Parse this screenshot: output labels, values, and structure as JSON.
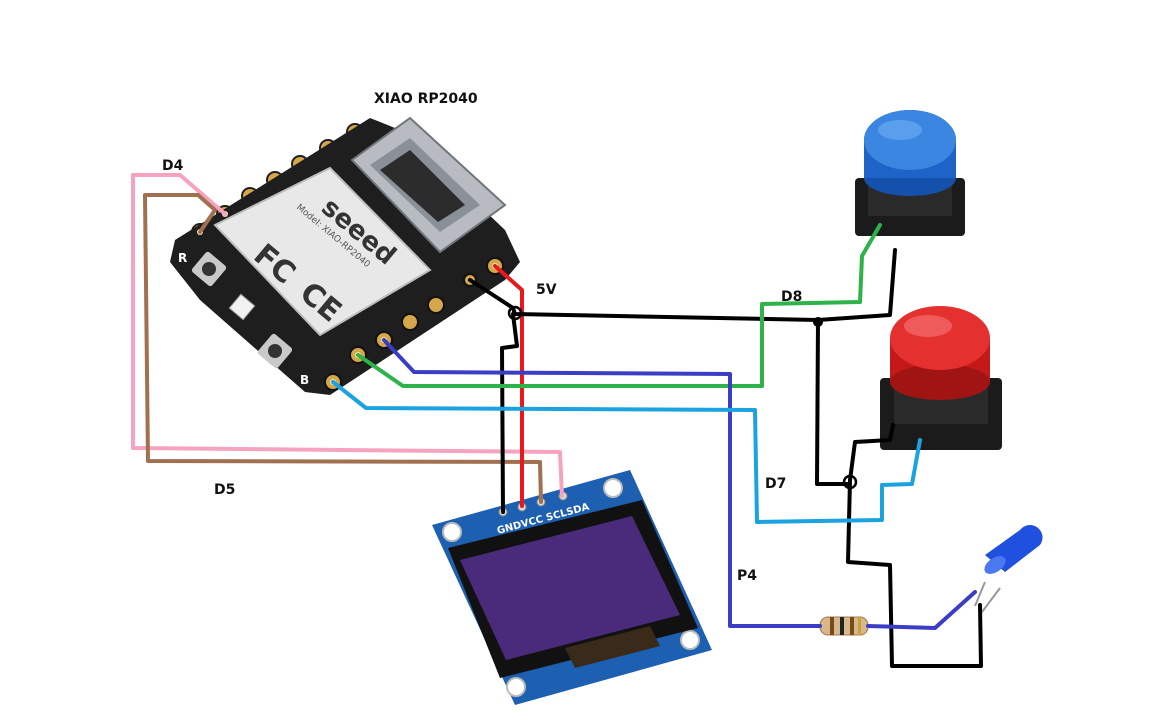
{
  "labels": {
    "board_title": "XIAO RP2040",
    "d4": "D4",
    "d5": "D5",
    "v5": "5V",
    "d8": "D8",
    "d7": "D7",
    "p4": "P4"
  },
  "board": {
    "brand": "seeed",
    "model": "Model: XIAO-RP2040",
    "cert_fc": "FC",
    "cert_ce": "CE",
    "button_r": "R",
    "button_b": "B"
  },
  "oled": {
    "pin_header": "GNDVCC SCLSDA"
  },
  "colors": {
    "wire_black": "#000000",
    "wire_red": "#e8191c",
    "wire_green": "#2db34a",
    "wire_blue": "#3b3ec4",
    "wire_cyan": "#1aa3e0",
    "wire_pink": "#f5a3c0",
    "wire_brown": "#a07050",
    "board_pcb": "#1e1e1e",
    "oled_pcb": "#1d5fb0",
    "oled_screen": "#4a2a7a",
    "button_blue": "#1e63c8",
    "button_red": "#d82020",
    "led_blue": "#2050e0"
  }
}
